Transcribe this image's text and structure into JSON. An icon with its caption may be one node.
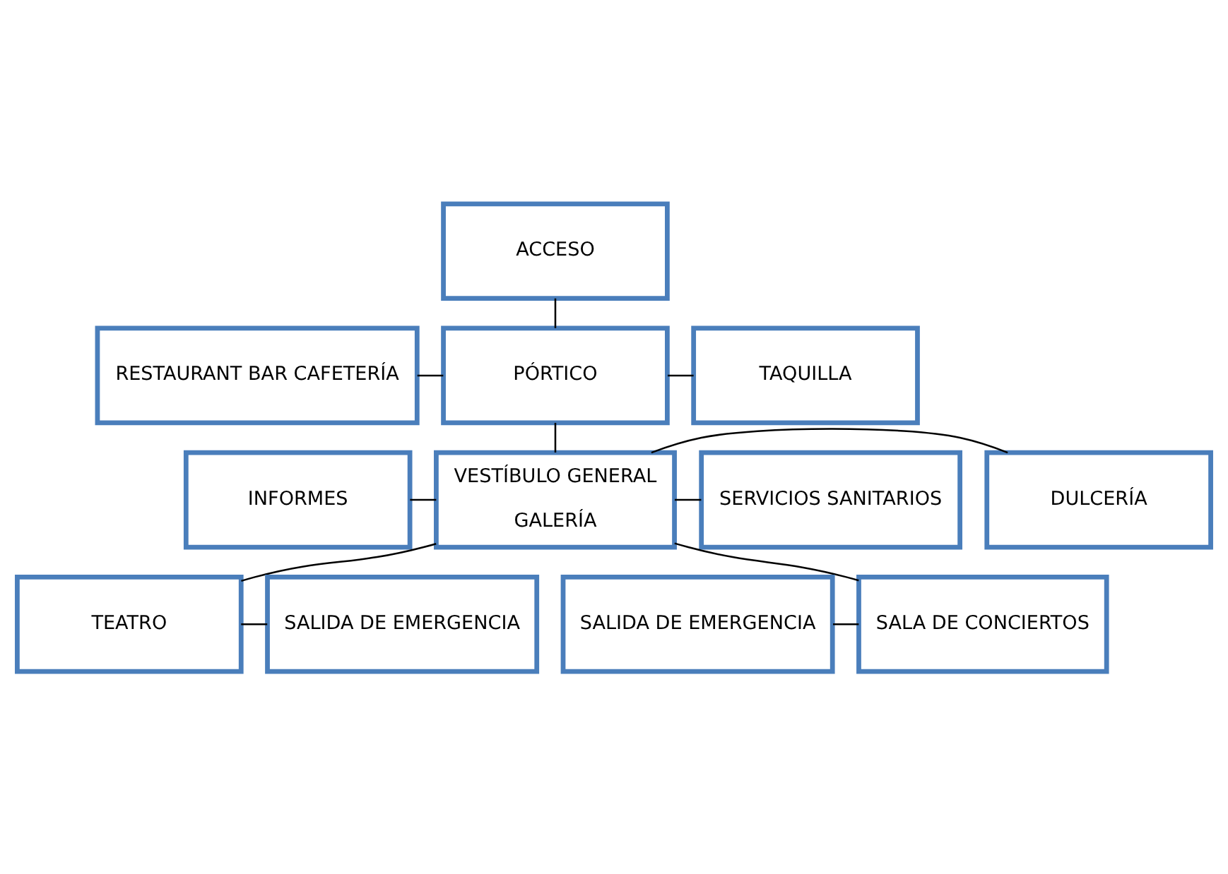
{
  "diagram": {
    "nodes": [
      {
        "text": [
          "ACCESO"
        ]
      },
      {
        "text": [
          "RESTAURANT BAR CAFETERÍA"
        ]
      },
      {
        "text": [
          "PÓRTICO"
        ]
      },
      {
        "text": [
          "TAQUILLA"
        ]
      },
      {
        "text": [
          "INFORMES"
        ]
      },
      {
        "text": [
          "VESTÍBULO GENERAL",
          "GALERÍA"
        ]
      },
      {
        "text": [
          "DULCERÍA"
        ]
      },
      {
        "text": [
          "SERVICIOS SANITARIOS"
        ]
      },
      {
        "text": [
          "SALIDA DE EMERGENCIA"
        ]
      },
      {
        "text": [
          "SALA DE CONCIERTOS"
        ]
      },
      {
        "text": [
          "TEATRO"
        ]
      },
      {
        "text": [
          "SALIDA DE EMERGENCIA"
        ]
      }
    ],
    "edges": [
      {
        "from": 0,
        "to": 2,
        "arrow": "none"
      },
      {
        "from": 1,
        "to": 2,
        "arrow": "none"
      },
      {
        "from": 2,
        "to": 3,
        "arrow": "none"
      },
      {
        "from": 2,
        "to": 5,
        "arrow": "none"
      },
      {
        "from": 4,
        "to": 5,
        "arrow": "none"
      },
      {
        "from": 5,
        "to": 6,
        "arrow": "none"
      },
      {
        "from": 5,
        "to": 7,
        "arrow": "none"
      },
      {
        "from": 5,
        "to": 9,
        "arrow": "none"
      },
      {
        "from": 5,
        "to": 10,
        "arrow": "none"
      },
      {
        "from": 8,
        "to": 9,
        "arrow": "none"
      },
      {
        "from": 10,
        "to": 11,
        "arrow": "none"
      }
    ]
  }
}
